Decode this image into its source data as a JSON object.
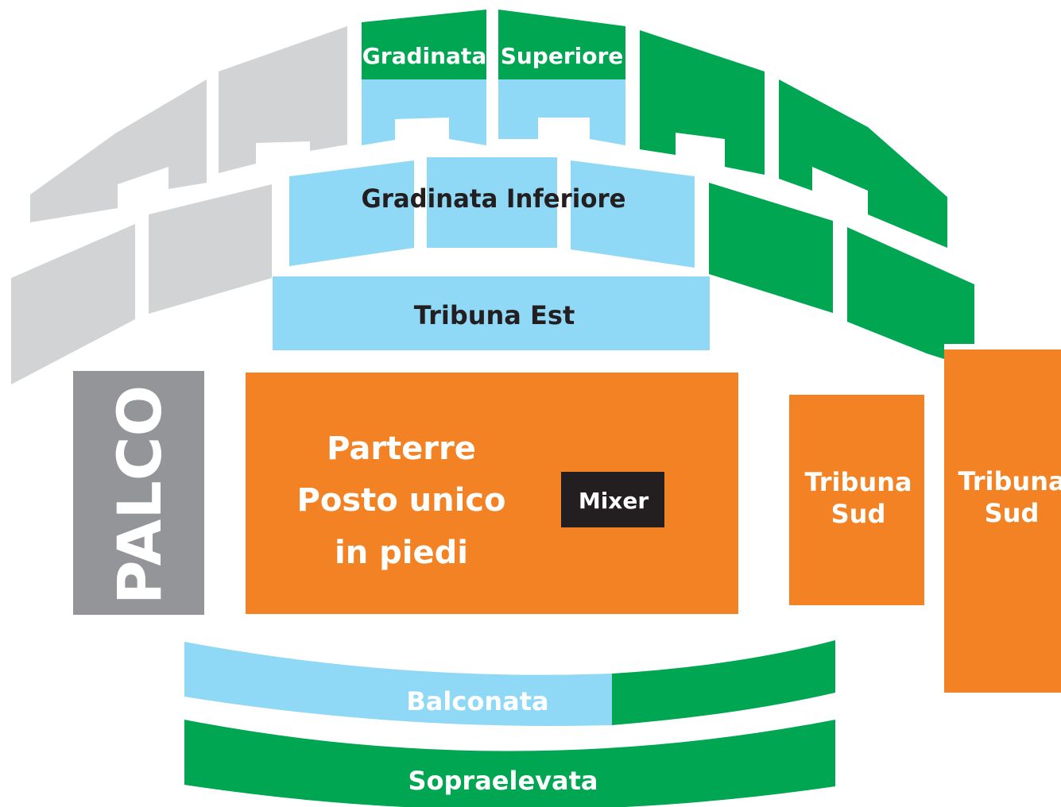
{
  "colors": {
    "gray": "#d1d3d4",
    "green": "#00a651",
    "light_blue": "#8fd8f6",
    "orange": "#f28223",
    "stage": "#939598",
    "mixer": "#231f20",
    "label_white": "#ffffff",
    "label_dark": "#231f20"
  },
  "sections": {
    "gradinata_superiore": {
      "left_label": "Gradinata",
      "right_label": "Superiore"
    },
    "gradinata_inferiore": {
      "label": "Gradinata Inferiore"
    },
    "tribuna_est": {
      "label": "Tribuna Est"
    },
    "palco": {
      "label": "PALCO"
    },
    "parterre": {
      "line1": "Parterre",
      "line2": "Posto unico",
      "line3": "in piedi"
    },
    "mixer": {
      "label": "Mixer"
    },
    "tribuna_sud_inner": {
      "line1": "Tribuna",
      "line2": "Sud"
    },
    "tribuna_sud_outer": {
      "line1": "Tribuna",
      "line2": "Sud"
    },
    "balconata": {
      "label": "Balconata"
    },
    "sopraelevata": {
      "label": "Sopraelevata"
    }
  }
}
